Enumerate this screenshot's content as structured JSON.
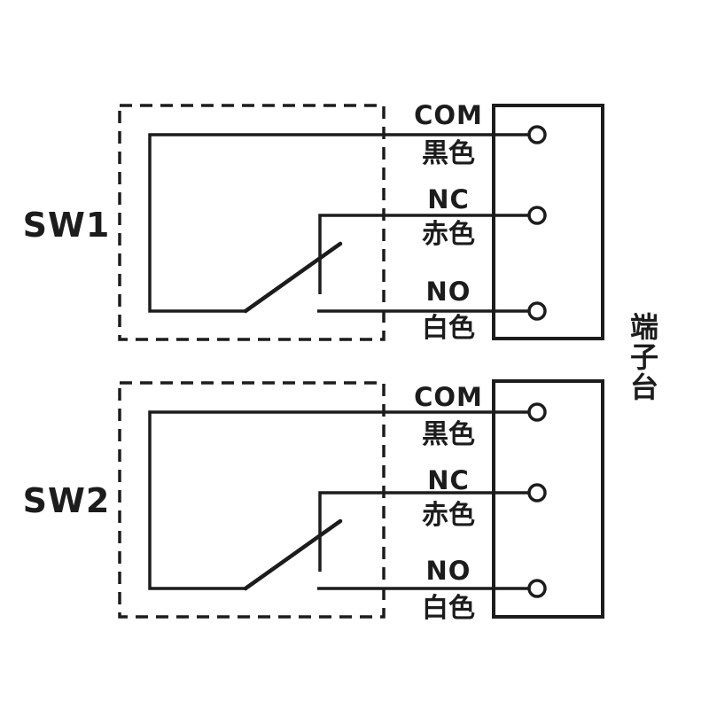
{
  "colors": {
    "line": "#1c1c1c",
    "background": "#ffffff"
  },
  "switches": [
    {
      "label": "SW1",
      "terminals": [
        {
          "signal": "COM",
          "wire_color": "黒色"
        },
        {
          "signal": "NC",
          "wire_color": "赤色"
        },
        {
          "signal": "NO",
          "wire_color": "白色"
        }
      ]
    },
    {
      "label": "SW2",
      "terminals": [
        {
          "signal": "COM",
          "wire_color": "黒色"
        },
        {
          "signal": "NC",
          "wire_color": "赤色"
        },
        {
          "signal": "NO",
          "wire_color": "白色"
        }
      ]
    }
  ],
  "terminal_block": {
    "label": "端子台"
  }
}
